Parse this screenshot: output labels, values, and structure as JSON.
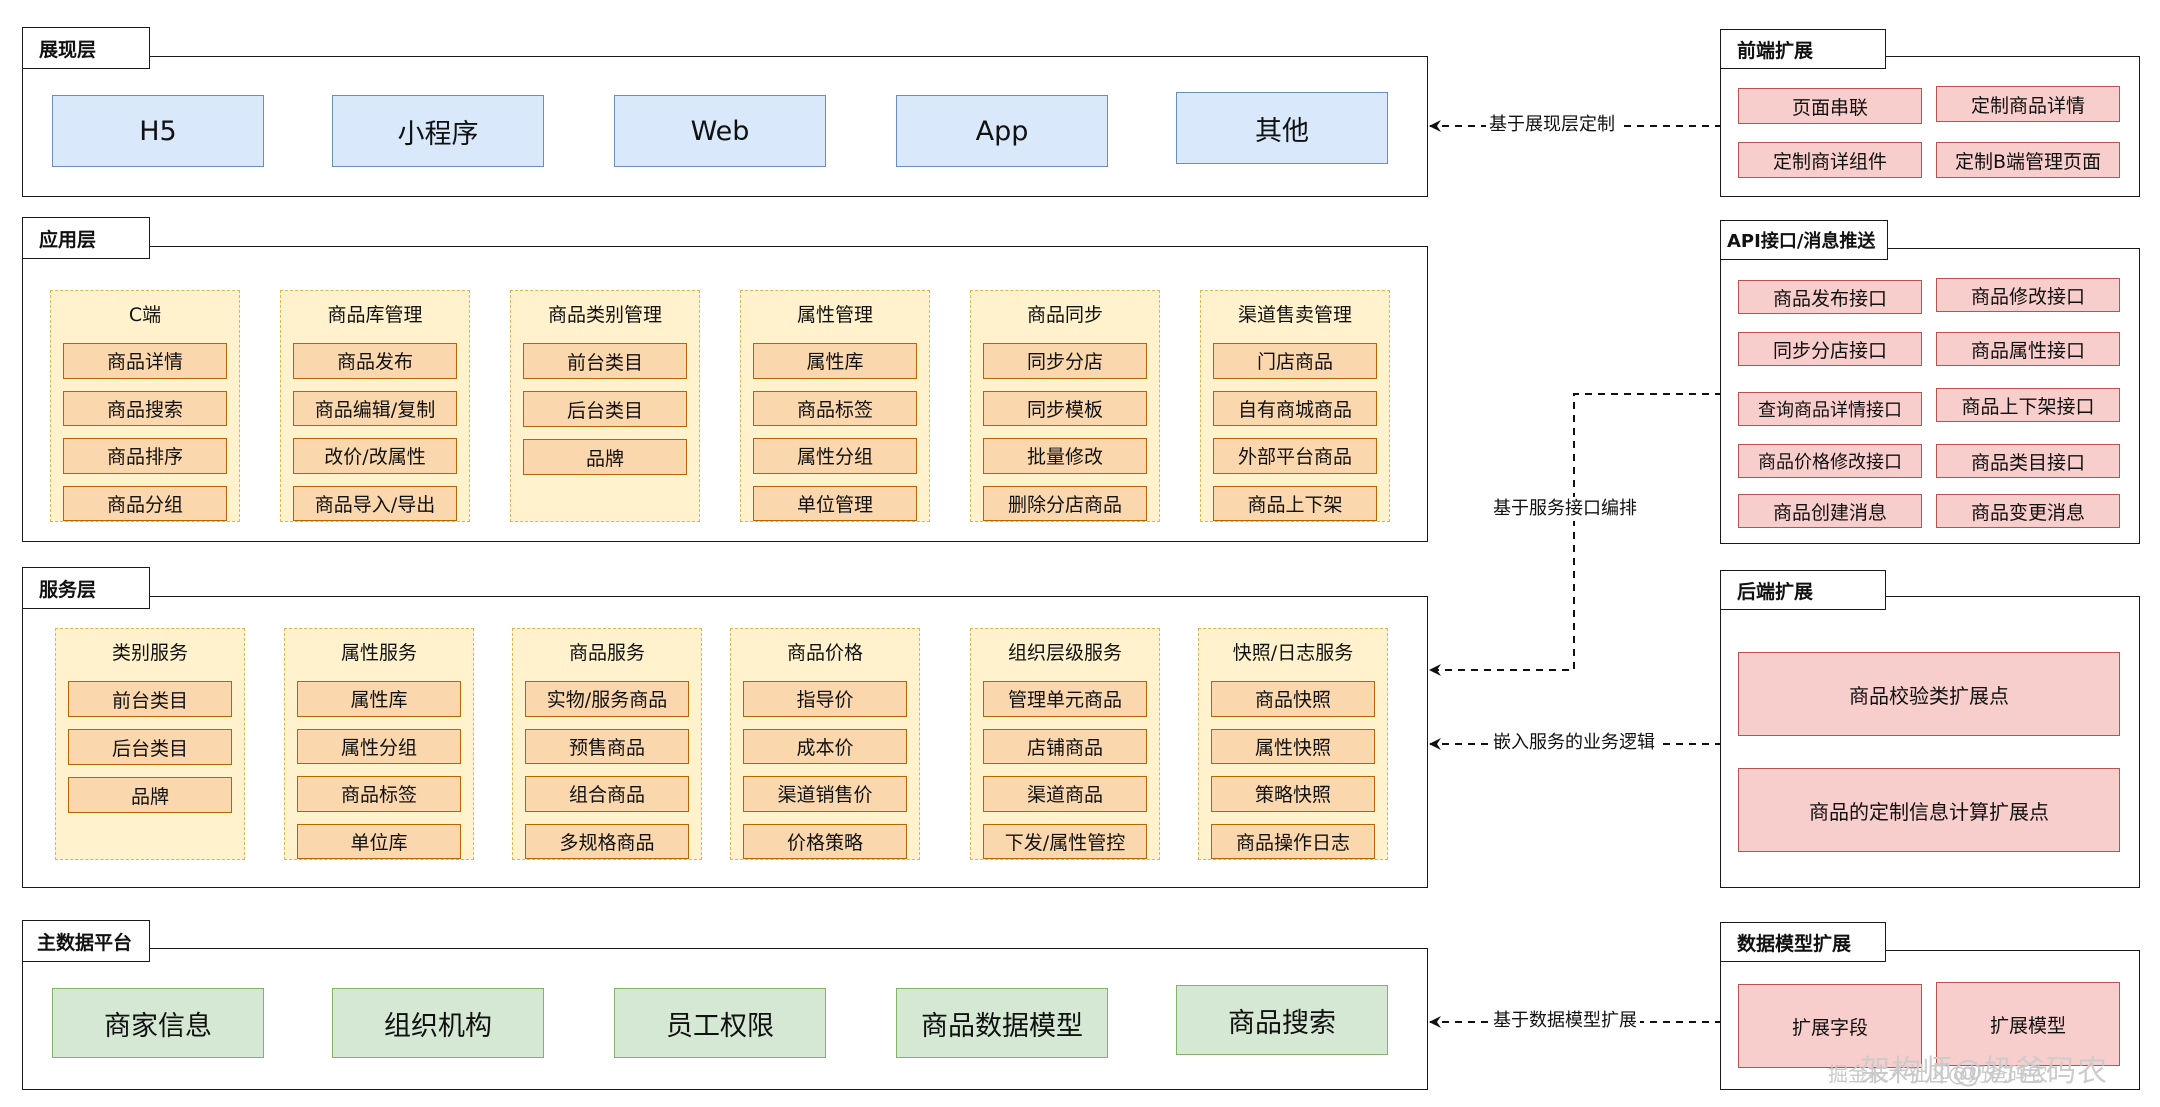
{
  "presentation": {
    "title": "展现层",
    "items": [
      "H5",
      "小程序",
      "Web",
      "App",
      "其他"
    ]
  },
  "application": {
    "title": "应用层",
    "groups": [
      {
        "title": "C端",
        "items": [
          "商品详情",
          "商品搜索",
          "商品排序",
          "商品分组"
        ]
      },
      {
        "title": "商品库管理",
        "items": [
          "商品发布",
          "商品编辑/复制",
          "改价/改属性",
          "商品导入/导出"
        ]
      },
      {
        "title": "商品类别管理",
        "items": [
          "前台类目",
          "后台类目",
          "品牌"
        ]
      },
      {
        "title": "属性管理",
        "items": [
          "属性库",
          "商品标签",
          "属性分组",
          "单位管理"
        ]
      },
      {
        "title": "商品同步",
        "items": [
          "同步分店",
          "同步模板",
          "批量修改",
          "删除分店商品"
        ]
      },
      {
        "title": "渠道售卖管理",
        "items": [
          "门店商品",
          "自有商城商品",
          "外部平台商品",
          "商品上下架"
        ]
      }
    ]
  },
  "service": {
    "title": "服务层",
    "groups": [
      {
        "title": "类别服务",
        "items": [
          "前台类目",
          "后台类目",
          "品牌"
        ]
      },
      {
        "title": "属性服务",
        "items": [
          "属性库",
          "属性分组",
          "商品标签",
          "单位库"
        ]
      },
      {
        "title": "商品服务",
        "items": [
          "实物/服务商品",
          "预售商品",
          "组合商品",
          "多规格商品"
        ]
      },
      {
        "title": "商品价格",
        "items": [
          "指导价",
          "成本价",
          "渠道销售价",
          "价格策略"
        ]
      },
      {
        "title": "组织层级服务",
        "items": [
          "管理单元商品",
          "店铺商品",
          "渠道商品",
          "下发/属性管控"
        ]
      },
      {
        "title": "快照/日志服务",
        "items": [
          "商品快照",
          "属性快照",
          "策略快照",
          "商品操作日志"
        ]
      }
    ]
  },
  "master_data": {
    "title": "主数据平台",
    "items": [
      "商家信息",
      "组织机构",
      "员工权限",
      "商品数据模型",
      "商品搜索"
    ]
  },
  "frontend_ext": {
    "title": "前端扩展",
    "items": [
      "页面串联",
      "定制商品详情",
      "定制商详组件",
      "定制B端管理页面"
    ]
  },
  "api": {
    "title": "API接口/消息推送",
    "items": [
      "商品发布接口",
      "商品修改接口",
      "同步分店接口",
      "商品属性接口",
      "查询商品详情接口",
      "商品上下架接口",
      "商品价格修改接口",
      "商品类目接口",
      "商品创建消息",
      "商品变更消息"
    ]
  },
  "backend_ext": {
    "title": "后端扩展",
    "items": [
      "商品校验类扩展点",
      "商品的定制信息计算扩展点"
    ]
  },
  "datamodel_ext": {
    "title": "数据模型扩展",
    "items": [
      "扩展字段",
      "扩展模型"
    ]
  },
  "connectors": {
    "presentation": "基于展现层定制",
    "service_orchestration": "基于服务接口编排",
    "embed_logic": "嵌入服务的业务逻辑",
    "data_model": "基于数据模型扩展"
  },
  "watermark": {
    "main": "架构师@奶爸码农",
    "secondary": "掘金技术社区@奶爸码农"
  },
  "colors": {
    "blue_fill": "#dae8fc",
    "blue_stroke": "#6c8ebf",
    "yellow_fill": "#fff2cc",
    "yellow_stroke": "#d6b656",
    "orange_fill": "#fad7ac",
    "orange_stroke": "#b46504",
    "pink_fill": "#f8cecc",
    "pink_stroke": "#b85450",
    "green_fill": "#d5e8d4",
    "green_stroke": "#82b366"
  }
}
